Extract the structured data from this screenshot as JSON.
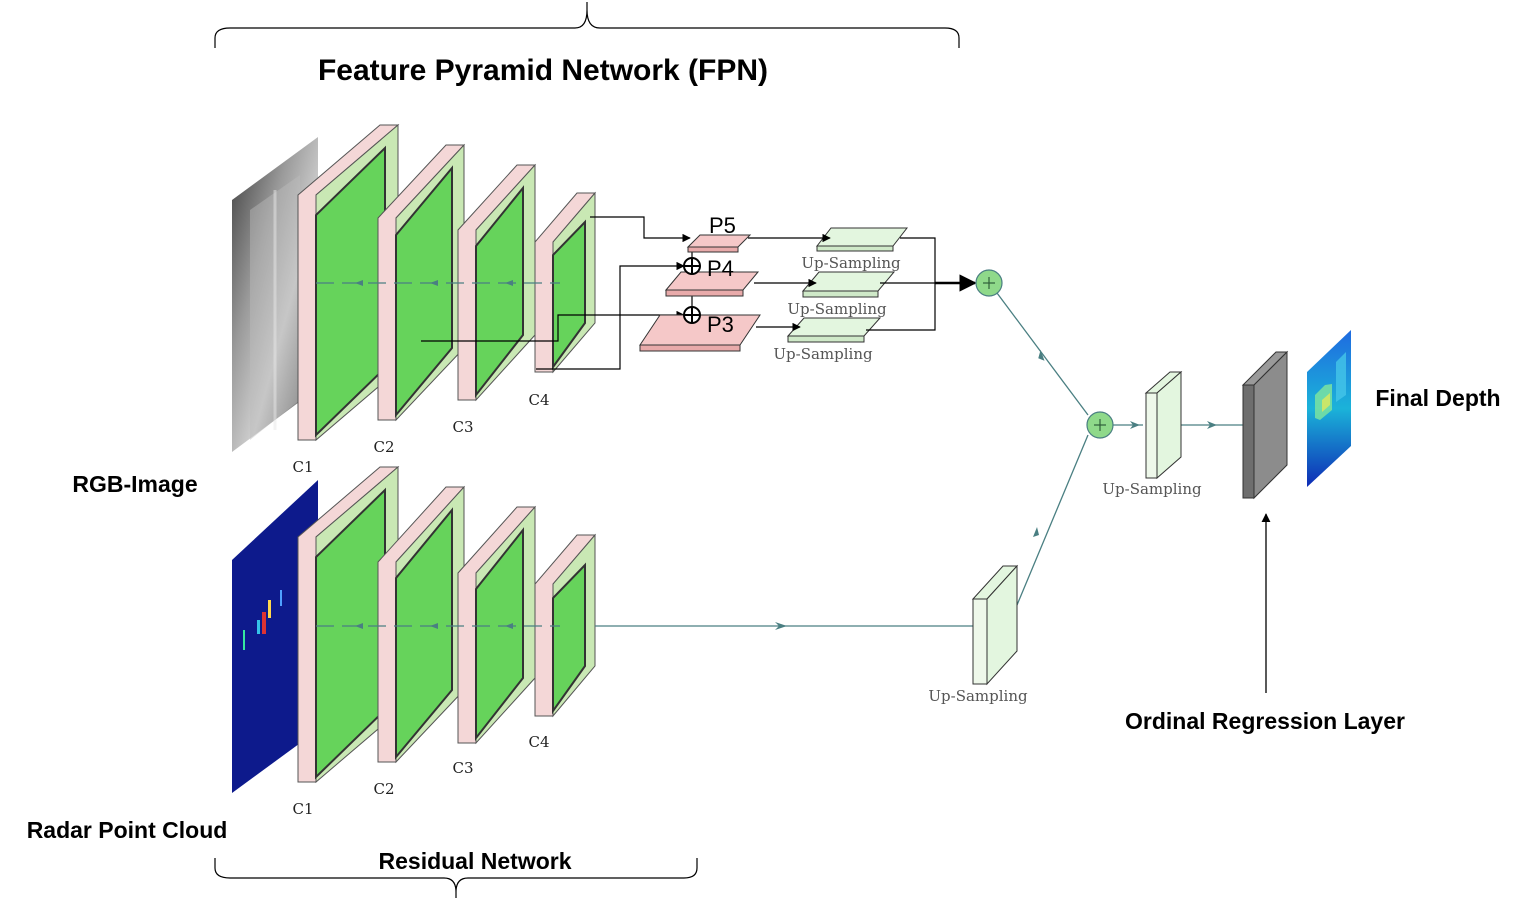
{
  "title": "Feature Pyramid Network (FPN)",
  "labels": {
    "rgb_input": "RGB-Image",
    "radar_input": "Radar Point Cloud",
    "residual": "Residual Network",
    "final_depth": "Final Depth",
    "ordinal": "Ordinal Regression Layer"
  },
  "layers_top": [
    "C1",
    "C2",
    "C3",
    "C4"
  ],
  "layers_bottom": [
    "C1",
    "C2",
    "C3",
    "C4"
  ],
  "pyramid": [
    "P5",
    "P4",
    "P3"
  ],
  "upsampling": "Up-Sampling",
  "colors": {
    "layer_green": "#66d35b",
    "layer_pale": "#c9e8b4",
    "layer_pink": "#f4d7d7",
    "pyramid_pink": "#f5c8c8",
    "arrow_teal": "#4a7f82",
    "sum_node": "#8fd98a",
    "ordinal_gray": "#8c8c8c",
    "radar_bg": "#0d1a8c"
  }
}
